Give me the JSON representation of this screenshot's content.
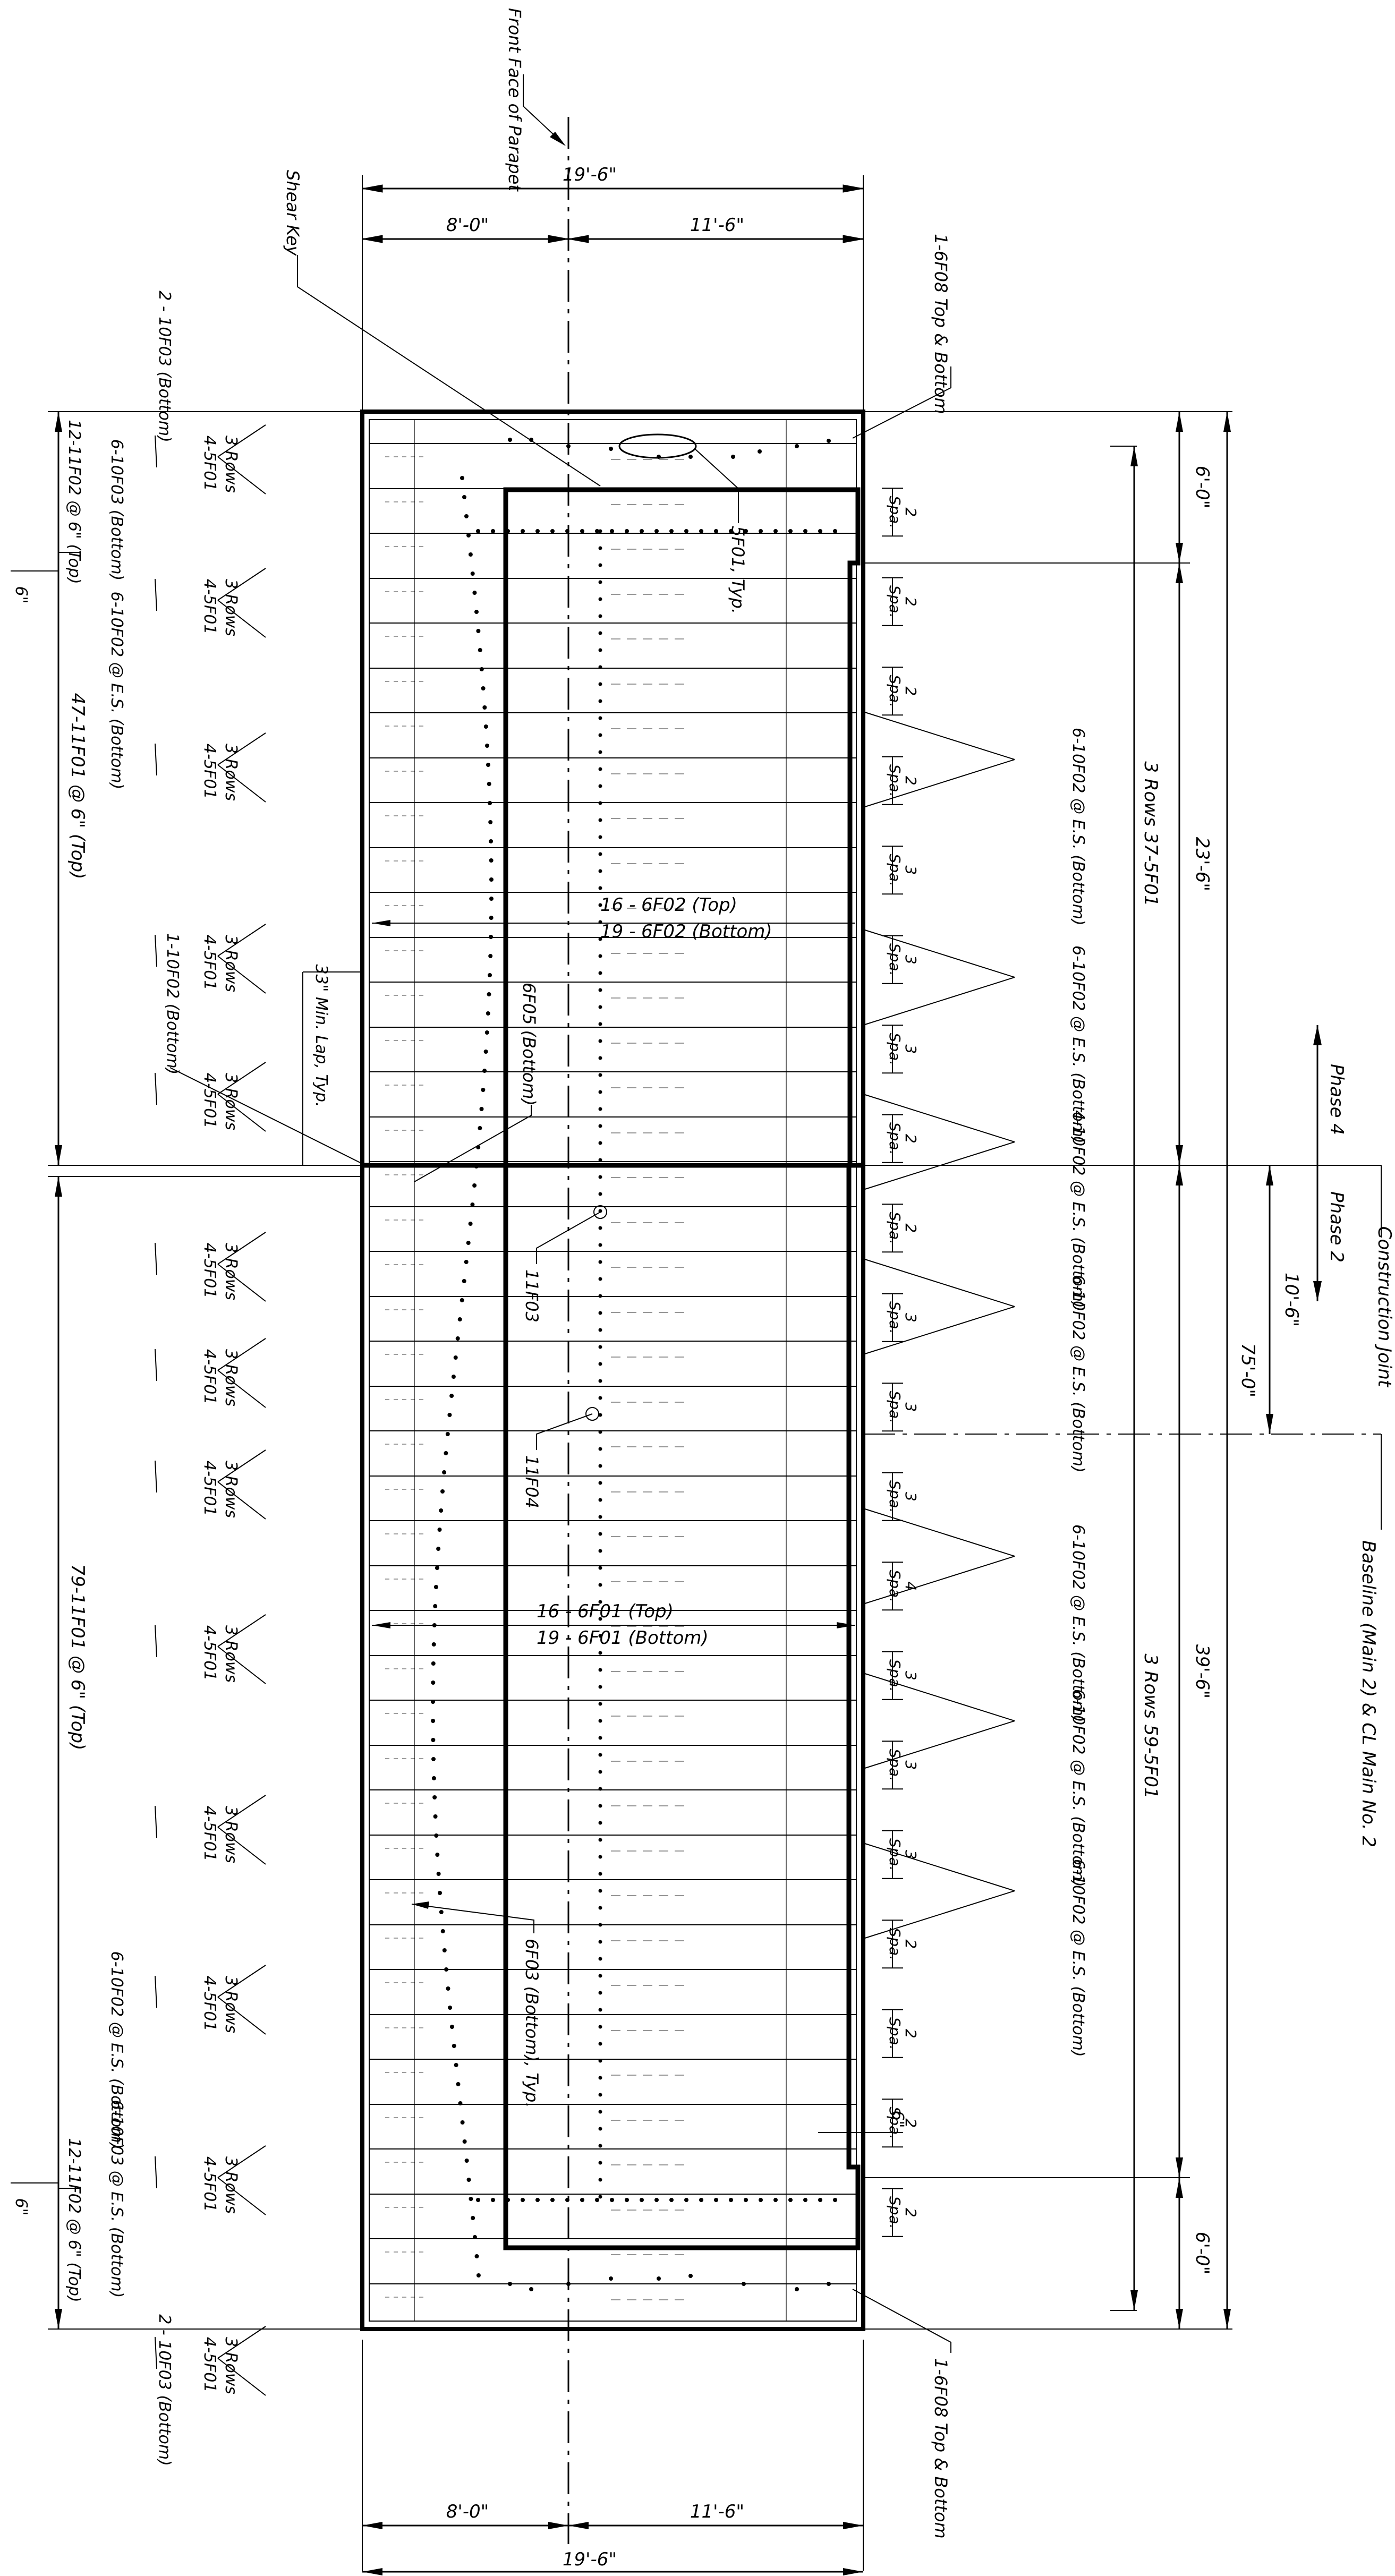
{
  "dims": {
    "top_total": "19'-6\"",
    "top_left": "8'-0\"",
    "top_right": "11'-6\"",
    "bot_left": "8'-0\"",
    "bot_right": "11'-6\"",
    "bot_total": "19'-6\"",
    "right_6ft_top": "6'-0\"",
    "right_23ft": "23'-6\"",
    "right_39ft": "39'-6\"",
    "right_6ft_bot": "6'-0\"",
    "right_75ft": "75'-0\"",
    "right_10ft": "10'-6\"",
    "left_6in_top": "6\"",
    "left_6in_bot": "6\"",
    "six_in": "6\""
  },
  "labels": {
    "front_face": "Front Face of Parapet",
    "shear_key": "Shear Key",
    "top_6f08": "1-6F08 Top & Bottom",
    "bot_6f08": "1-6F08 Top & Bottom",
    "row_5f01_typ": "5F01, Typ.",
    "top_2_10f03": "2 - 10F03 (Bottom)",
    "top_3rows_a": "3 Rows 4-5F01",
    "top_12_11f02": "12-11F02 @ 6\" (Top)",
    "top_6_10f03": "6-10F03 (Bottom)",
    "top_6_10f02": "6-10F02 @ E.S. (Bottom)",
    "left_47_11f01": "47-11F01 @ 6\" (Top)",
    "left_79_11f01": "79-11F01 @ 6\" (Top)",
    "left_1_10f02": "1-10F02 (Bottom)",
    "lap": "33\" Min. Lap, Typ.",
    "mid_16_6f02": "16 - 6F02 (Top)",
    "mid_19_6f02": "19 - 6F02 (Bottom)",
    "mid_16_6f01": "16 - 6F01 (Top)",
    "mid_19_6f01": "19 - 6F01 (Bottom)",
    "label_6f05": "6F05 (Bottom)",
    "label_11f03": "11F03",
    "label_11f04": "11F04",
    "label_6f03": "6F03 (Bottom), Typ.",
    "right_3rows_37": "3 Rows 37-5F01",
    "right_3rows_59": "3 Rows 59-5F01",
    "right_6_10f02": "6-10F02 @ E.S. (Bottom)",
    "right_4_10f02": "4-10F02 @ E.S. (Bottom)",
    "bot_6_10f02": "6-10F02 @ E.S. (Bottom)",
    "bot_6_10f03": "6-10F03 @ E.S. (Bottom)",
    "bot_12_11f02": "12-11F02 @ 6\" (Top)",
    "bot_2_10f03": "2 - 10F03 (Bottom)",
    "phase4": "Phase 4",
    "phase2": "Phase 2",
    "construction_joint": "Construction Joint",
    "baseline": "Baseline (Main 2) & CL Main No. 2",
    "three_rows": "3 Rows",
    "four_5f01": "4-5F01",
    "spa": "Spa."
  },
  "spacing_counts": [
    "2",
    "2",
    "2",
    "2",
    "3",
    "3",
    "3",
    "2",
    "2",
    "3",
    "3",
    "3",
    "4",
    "3",
    "3",
    "3",
    "2",
    "2",
    "2",
    "2"
  ]
}
